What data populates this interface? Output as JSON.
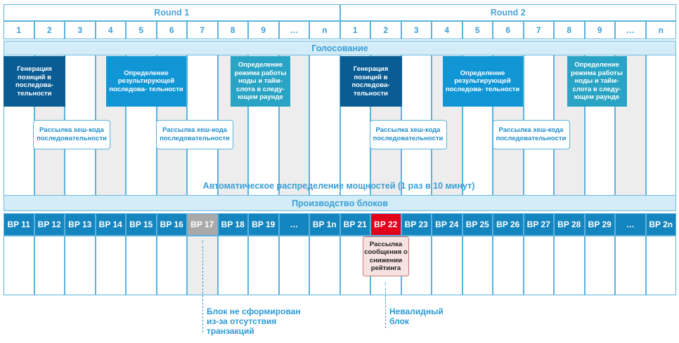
{
  "rounds": [
    {
      "label": "Round 1",
      "slots": [
        "1",
        "2",
        "3",
        "4",
        "5",
        "6",
        "7",
        "8",
        "9",
        "…",
        "n"
      ],
      "blocks": [
        "BP 11",
        "BP 12",
        "BP 13",
        "BP 14",
        "BP 15",
        "BP 16",
        "BP 17",
        "BP 18",
        "BP 19",
        "…",
        "BP 1n"
      ],
      "cards": [
        {
          "text": "Генерация позиций в последова- тельности",
          "color": "#0a5d94"
        },
        {
          "text": "Определение результирующей последова- тельности",
          "color": "#1096d4"
        },
        {
          "text": "Определение режима работы ноды и тайм- слота в следу- ющем раунде",
          "color": "#2aa4c4"
        }
      ]
    },
    {
      "label": "Round 2",
      "slots": [
        "1",
        "2",
        "3",
        "4",
        "5",
        "6",
        "7",
        "8",
        "9",
        "…",
        "n"
      ],
      "blocks": [
        "BP 21",
        "BP 22",
        "BP 23",
        "BP 24",
        "BP 25",
        "BP 26",
        "BP 27",
        "BP 28",
        "BP 29",
        "…",
        "BP 2n"
      ],
      "cards": [
        {
          "text": "Генерация позиций в последова- тельности",
          "color": "#0a5d94"
        },
        {
          "text": "Определение результирующей последова- тельности",
          "color": "#1096d4"
        },
        {
          "text": "Определение режима работы ноды и тайм- слота в следу- ющем раунде",
          "color": "#2aa4c4"
        }
      ]
    }
  ],
  "voting_label": "Голосование",
  "hash_broadcast_label": "Рассылка хеш-кода последовательности",
  "auto_power_label": "Автоматическое распределение мощностей (1 раз в 10 минут)",
  "block_production_label": "Производство блоков",
  "rating_note": "Рассылка сообщения о снижении рейтинга",
  "annotations": {
    "missing_block": "Блок не сформирован из-за отсутствия транзакций",
    "invalid_block": "Невалидный блок"
  },
  "colors": {
    "accent": "#3a9fd6",
    "block_fill": "#1585bf",
    "empty_block": "#a9a9a9",
    "invalid_block": "#e3001a",
    "band_fill": "#d3ecf8",
    "column_grey": "#ededed",
    "note_fill": "#f6e3e1"
  },
  "icons": {
    "pointer": "up-arrow-icon"
  }
}
